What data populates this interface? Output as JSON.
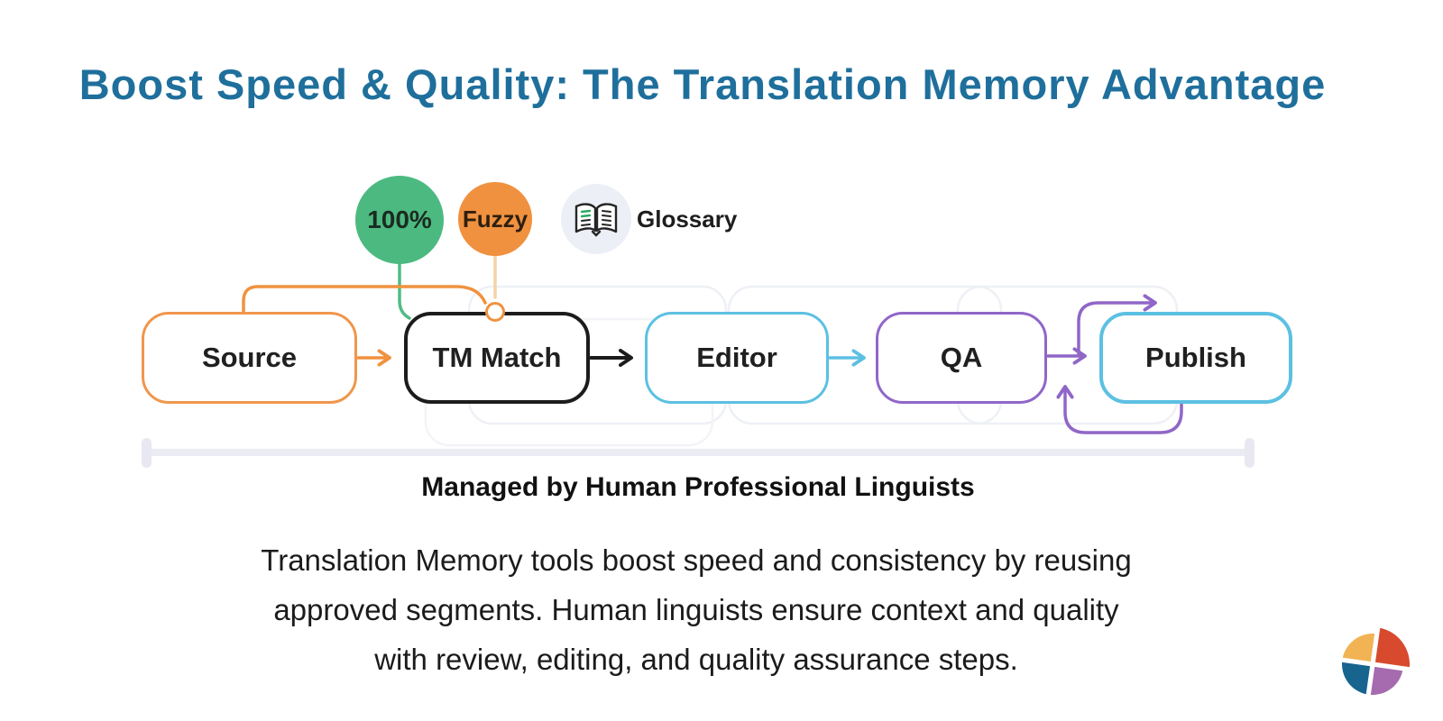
{
  "title": "Boost Speed & Quality: The Translation Memory Advantage",
  "badges": {
    "exact_match": {
      "label": "100%",
      "color": "#4cba80"
    },
    "fuzzy_match": {
      "label": "Fuzzy",
      "color": "#f0913f"
    },
    "glossary": {
      "label": "Glossary",
      "circle_color": "#edeff6",
      "icon": "open-book-icon"
    }
  },
  "flow": {
    "nodes": [
      {
        "label": "Source",
        "border_color": "#f0964c"
      },
      {
        "label": "TM Match",
        "border_color": "#1c1c1c"
      },
      {
        "label": "Editor",
        "border_color": "#5cc0e2"
      },
      {
        "label": "QA",
        "border_color": "#9066c8"
      },
      {
        "label": "Publish",
        "border_color": "#5cc0e2"
      }
    ],
    "connector_colors": {
      "source_to_tm_match": "#f0923f",
      "tm_match_to_editor": "#1c1c1c",
      "editor_to_qa": "#5cc0e2",
      "qa_to_publish": "#9066c8",
      "exact_match_drop": "#4fbc84",
      "fuzzy_drop": "#f6d2a8",
      "publish_loop": "#9066c8"
    }
  },
  "bracket": {
    "label": "Managed by Human Professional Linguists",
    "bar_color": "#ebecf3"
  },
  "description": {
    "lines": [
      "Translation Memory tools boost speed and consistency by reusing",
      "approved segments. Human linguists ensure context and quality",
      "with review, editing, and quality assurance steps."
    ]
  },
  "logo": {
    "colors": {
      "top_left": "#f2b355",
      "top_right": "#d74a2e",
      "bottom_left": "#17648f",
      "bottom_right": "#a66bae"
    }
  },
  "colors": {
    "title": "#1f6f9c",
    "background": "#ffffff",
    "ghost_outline": "#eef0f6"
  }
}
